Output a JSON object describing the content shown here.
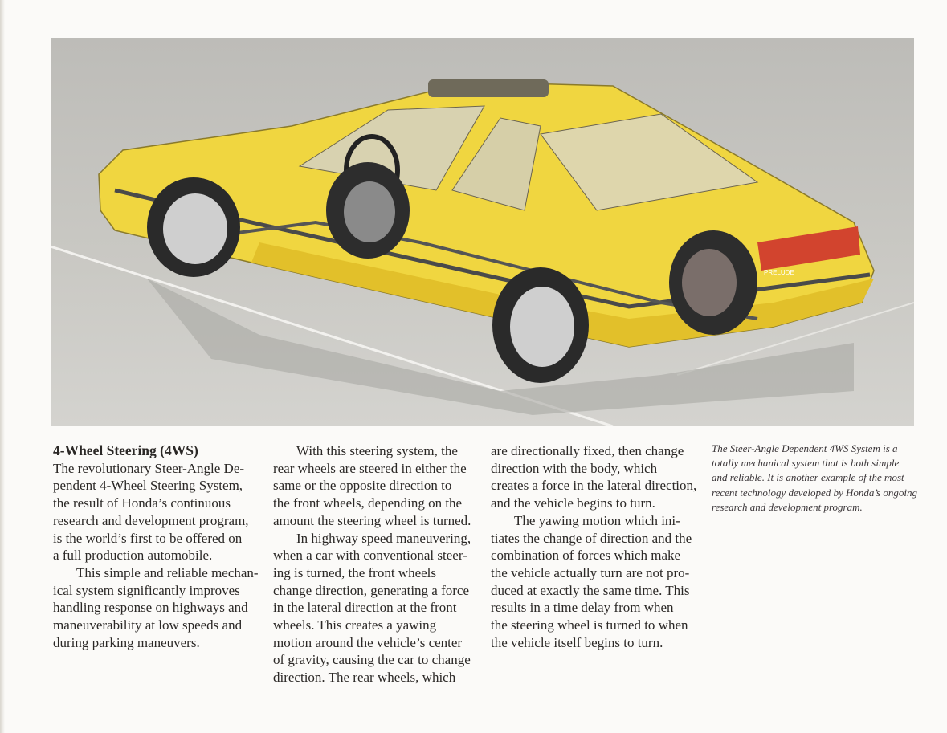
{
  "illustration": {
    "alt_badge": "PRELUDE"
  },
  "column1": {
    "heading": "4-Wheel Steering (4WS)",
    "p1": [
      "The revolutionary Steer-Angle De-",
      "pendent 4-Wheel Steering System,",
      "the result of Honda’s continuous",
      "research and development program,",
      "is the world’s first to be offered on",
      "a full production automobile."
    ],
    "p2": [
      "This simple and reliable mechan-",
      "ical system significantly improves",
      "handling response on highways and",
      "maneuverability at low speeds and",
      "during parking maneuvers."
    ]
  },
  "column2": {
    "p1": [
      "With this steering system, the",
      "rear wheels are steered in either the",
      "same or the opposite direction to",
      "the front wheels, depending on the",
      "amount the steering wheel is turned."
    ],
    "p2": [
      "In highway speed maneuvering,",
      "when a car with conventional steer-",
      "ing is turned, the front wheels",
      "change direction, generating a force",
      "in the lateral direction at the front",
      "wheels. This creates a yawing",
      "motion around the vehicle’s center",
      "of gravity, causing the car to change",
      "direction. The rear wheels, which"
    ]
  },
  "column3": {
    "p1": [
      "are directionally fixed, then change",
      "direction with the body, which",
      "creates a force in the lateral direction,",
      "and the vehicle begins to turn."
    ],
    "p2": [
      "The yawing motion which ini-",
      "tiates the change of direction and the",
      "combination of forces which make",
      "the vehicle actually turn are not pro-",
      "duced at exactly the same time. This",
      "results in a time delay from when",
      "the steering wheel is turned to when",
      "the vehicle itself begins to turn."
    ]
  },
  "caption": [
    "The Steer-Angle Dependent 4WS System is a",
    "totally mechanical system that is both simple",
    "and reliable. It is another example of the most",
    "recent technology developed by Honda’s ongoing",
    "research and development program."
  ]
}
